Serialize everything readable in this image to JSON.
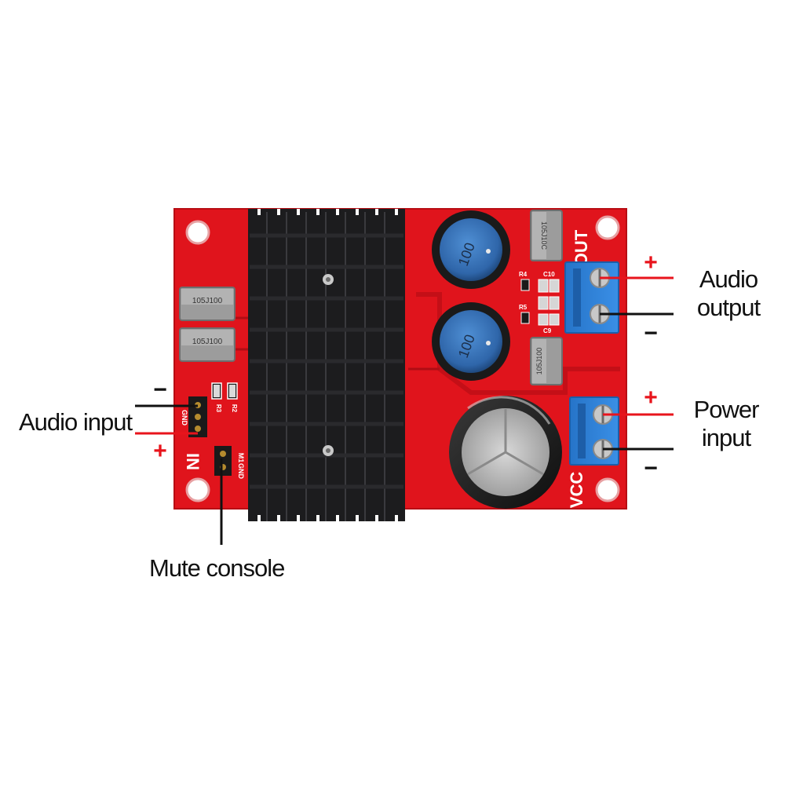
{
  "callouts": {
    "audio_output_line1": "Audio",
    "audio_output_line2": "output",
    "power_input_line1": "Power",
    "power_input_line2": "input",
    "audio_input": "Audio input",
    "mute_console": "Mute console"
  },
  "polarity": {
    "plus": "+",
    "minus": "−"
  },
  "board_silkscreen": {
    "out": "OUT",
    "vcc": "VCC",
    "in": "IN",
    "gnd_in": "GND",
    "gnd_mute": "GND",
    "m1": "M1",
    "r3": "R3",
    "r2": "R2",
    "r4": "R4",
    "r5": "R5",
    "c10": "C10",
    "c9": "C9"
  },
  "components": {
    "inductor_top": "100",
    "inductor_bottom": "100",
    "cap_left_top": "105J100",
    "cap_left_bottom": "105J100",
    "cap_right_top": "105J10C",
    "cap_right_bottom": "105J100"
  },
  "colors": {
    "pcb_red": "#e0141c",
    "heatsink": "#1c1c1e",
    "terminal_blue": "#2c7fd6",
    "inductor_blue": "#3a78c0",
    "callout_red": "#e8141c",
    "callout_black": "#111111"
  },
  "icons": [
    "mounting-hole-icon",
    "screw-terminal-icon",
    "pin-header-icon",
    "heatsink-icon"
  ]
}
